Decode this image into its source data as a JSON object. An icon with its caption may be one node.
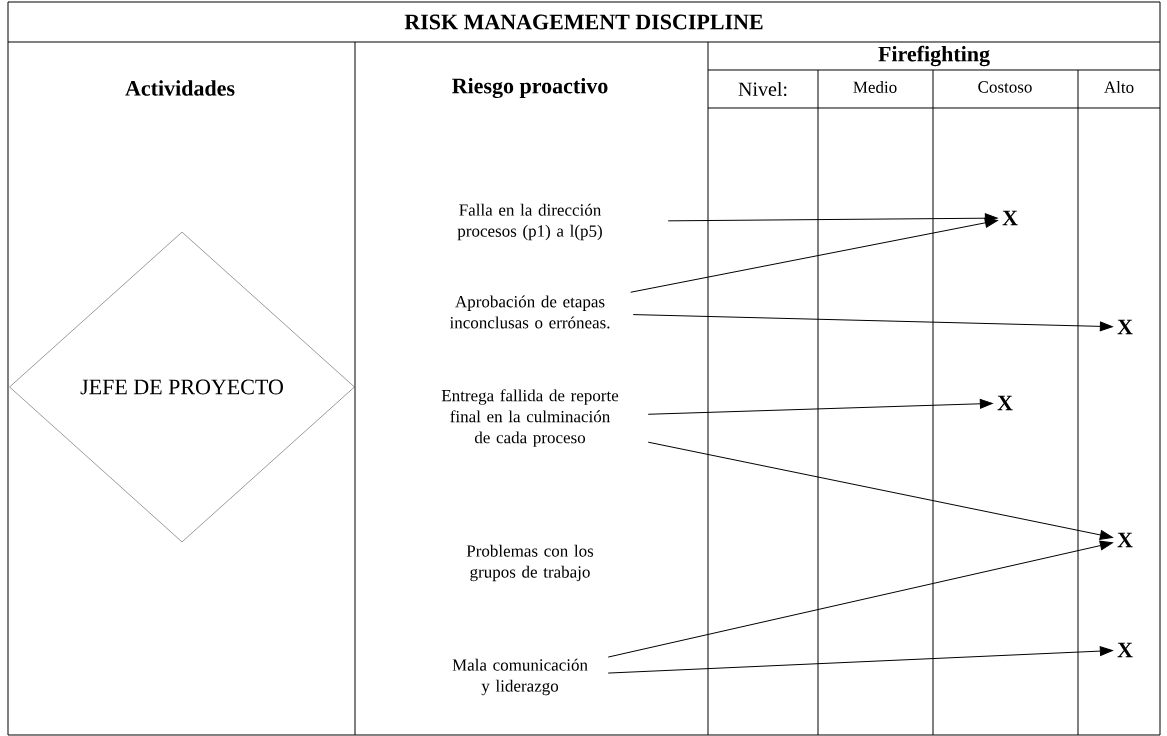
{
  "diagram": {
    "title": "RISK MANAGEMENT DISCIPLINE",
    "nodes": [
      {
        "text": [
          "JEFE DE PROYECTO"
        ]
      },
      {
        "text": [
          "Falla en la dirección procesos (p1) a l(p5)"
        ]
      },
      {
        "text": [
          "Aprobación de etapas inconclusas o erróneas."
        ]
      },
      {
        "text": [
          "Entrega fallida de reporte final en la culminación de cada proceso"
        ]
      },
      {
        "text": [
          "Problemas con los grupos de trabajo"
        ]
      },
      {
        "text": [
          "Mala comunicación y liderazgo"
        ]
      },
      {
        "text": [
          "X"
        ]
      },
      {
        "text": [
          "X"
        ]
      },
      {
        "text": [
          "X"
        ]
      },
      {
        "text": [
          "X"
        ]
      },
      {
        "text": [
          "X"
        ]
      }
    ],
    "edges": [
      {
        "from": 1,
        "to": 6,
        "arrow": "to"
      },
      {
        "from": 2,
        "to": 6,
        "arrow": "to"
      },
      {
        "from": 2,
        "to": 7,
        "arrow": "to"
      },
      {
        "from": 3,
        "to": 8,
        "arrow": "to"
      },
      {
        "from": 3,
        "to": 9,
        "arrow": "to"
      },
      {
        "from": 5,
        "to": 9,
        "arrow": "to"
      },
      {
        "from": 5,
        "to": 10,
        "arrow": "to"
      }
    ],
    "labels": [
      "Actividades",
      "Riesgo proactivo",
      "Firefighting",
      "Nivel:",
      "Medio",
      "Costoso",
      "Alto"
    ]
  }
}
